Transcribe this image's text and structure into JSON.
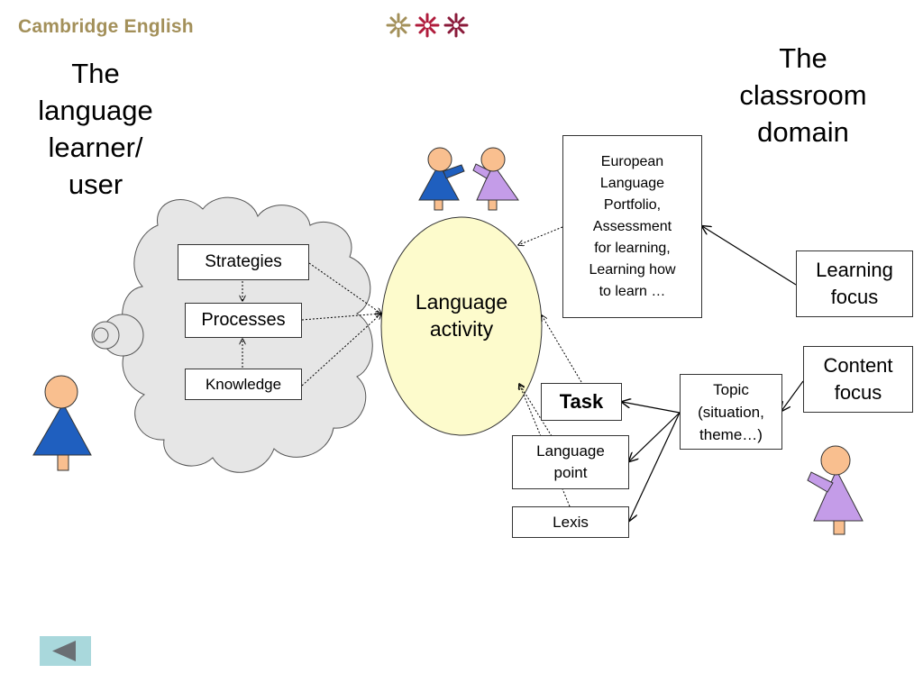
{
  "brand": {
    "logo_text": "Cambridge English"
  },
  "headings": {
    "learner": [
      "The",
      "language",
      "learner/",
      "user"
    ],
    "classroom": [
      "The",
      "classroom",
      "domain"
    ]
  },
  "cloud_items": {
    "strategies": "Strategies",
    "processes": "Processes",
    "knowledge": "Knowledge"
  },
  "center": {
    "oval_lines": [
      "Language",
      "activity"
    ]
  },
  "right_boxes": {
    "portfolio": [
      "European",
      "Language",
      "Portfolio,",
      "Assessment",
      "for learning,",
      "Learning how",
      "to learn …"
    ],
    "learning_focus": [
      "Learning",
      "focus"
    ],
    "content_focus": [
      "Content",
      "focus"
    ],
    "topic": [
      "Topic",
      "(situation,",
      "theme…)"
    ],
    "task": "Task",
    "language_point": [
      "Language",
      "point"
    ],
    "lexis": "Lexis"
  },
  "colors": {
    "brand": "#a3905a",
    "cloud_fill": "#e6e6e6",
    "oval_fill": "#fdfbcc",
    "figure_blue": "#1f5fbf",
    "figure_purple": "#c49ce8",
    "skin": "#f9bf8f",
    "back_button": "#a9d8dc"
  },
  "icons": {
    "logo_ornament": "snowflake-ornament-icon",
    "back": "back-arrow-icon"
  }
}
